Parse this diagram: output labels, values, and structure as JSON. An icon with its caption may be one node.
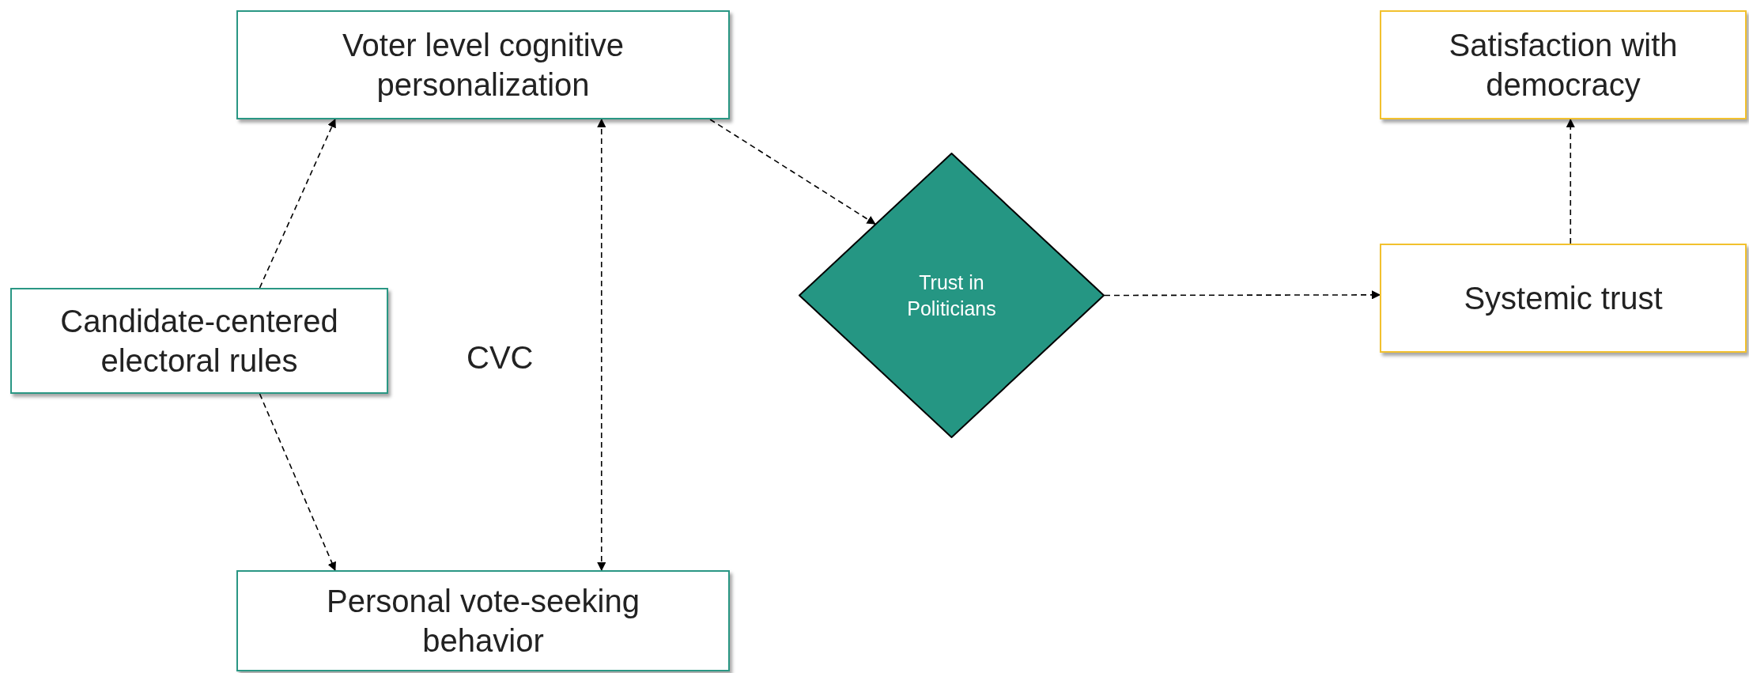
{
  "diagram": {
    "nodes": [
      {
        "text": [
          "Voter level cognitive personalization"
        ]
      },
      {
        "text": [
          "Candidate-centered electoral rules"
        ]
      },
      {
        "text": [
          "Personal vote-seeking behavior"
        ]
      },
      {
        "text": [
          "Trust in Politicians"
        ]
      },
      {
        "text": [
          "Satisfaction with democracy"
        ]
      },
      {
        "text": [
          "Systemic trust"
        ]
      }
    ],
    "edges": [
      {
        "from": 1,
        "to": 0,
        "arrow": "to",
        "style": "dashed"
      },
      {
        "from": 1,
        "to": 2,
        "arrow": "to",
        "style": "dashed"
      },
      {
        "from": 0,
        "to": 2,
        "arrow": "both",
        "style": "dashed"
      },
      {
        "from": 0,
        "to": 3,
        "arrow": "to",
        "style": "dashed"
      },
      {
        "from": 3,
        "to": 5,
        "arrow": "to",
        "style": "dashed"
      },
      {
        "from": 5,
        "to": 4,
        "arrow": "to",
        "style": "dashed"
      }
    ],
    "labels": [
      "CVC"
    ]
  }
}
